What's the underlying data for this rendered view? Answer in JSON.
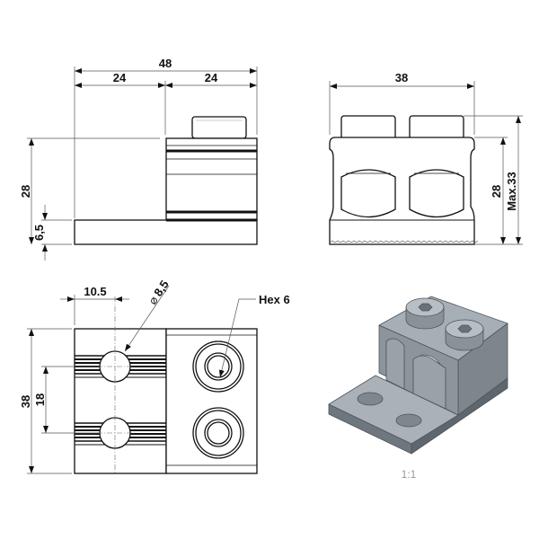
{
  "side_view": {
    "overall_width": "48",
    "left_width": "24",
    "right_width": "24",
    "height": "28",
    "base_thickness": "6,5"
  },
  "front_view": {
    "width": "38",
    "height": "28",
    "max_height": "Max.33"
  },
  "top_view": {
    "width": "38",
    "hole_spacing": "18",
    "hole_offset": "10.5",
    "hole_diameter": "8,5",
    "diameter_symbol": "⌀",
    "screw_label": "Hex 6"
  },
  "iso_view": {
    "scale": "1:1"
  },
  "colors": {
    "line": "#111111",
    "dimension": "#555555",
    "iso_face_light": "#a9b0b7",
    "iso_face_dark": "#7d858d"
  }
}
